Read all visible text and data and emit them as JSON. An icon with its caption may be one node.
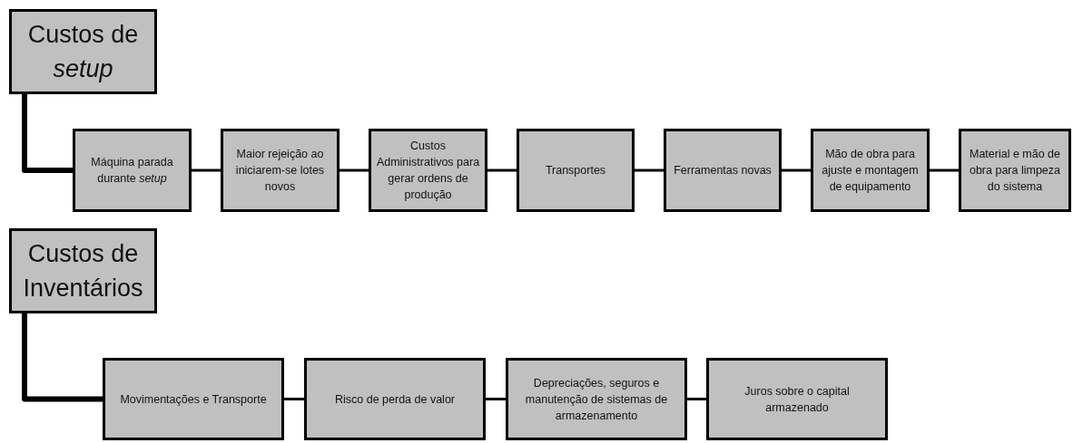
{
  "diagram": {
    "nodes": [
      {
        "text": [
          "Custos de *setup*"
        ]
      },
      {
        "text": [
          "Máquina parada durante *setup*"
        ]
      },
      {
        "text": [
          "Maior rejeição ao iniciarem-se lotes novos"
        ]
      },
      {
        "text": [
          "Custos Administrativos para gerar ordens de produção"
        ]
      },
      {
        "text": [
          "Transportes"
        ]
      },
      {
        "text": [
          "Ferramentas novas"
        ]
      },
      {
        "text": [
          "Mão de obra para ajuste e montagem de equipamento"
        ]
      },
      {
        "text": [
          "Material e mão de obra para limpeza do sistema"
        ]
      },
      {
        "text": [
          "Custos de Inventários"
        ]
      },
      {
        "text": [
          "Movimentações e Transporte"
        ]
      },
      {
        "text": [
          "Risco de perda de valor"
        ]
      },
      {
        "text": [
          "Depreciações, seguros e manutenção de sistemas de armazenamento"
        ]
      },
      {
        "text": [
          "Juros sobre o capital armazenado"
        ]
      }
    ],
    "edges": [
      {
        "from": 0,
        "to": 1,
        "arrow": "none",
        "style": "thick"
      },
      {
        "from": 1,
        "to": 2,
        "arrow": "none"
      },
      {
        "from": 2,
        "to": 3,
        "arrow": "none"
      },
      {
        "from": 3,
        "to": 4,
        "arrow": "none"
      },
      {
        "from": 4,
        "to": 5,
        "arrow": "none"
      },
      {
        "from": 5,
        "to": 6,
        "arrow": "none"
      },
      {
        "from": 6,
        "to": 7,
        "arrow": "none"
      },
      {
        "from": 8,
        "to": 9,
        "arrow": "none",
        "style": "thick"
      },
      {
        "from": 9,
        "to": 10,
        "arrow": "none"
      },
      {
        "from": 10,
        "to": 11,
        "arrow": "none"
      },
      {
        "from": 11,
        "to": 12,
        "arrow": "none"
      }
    ]
  }
}
